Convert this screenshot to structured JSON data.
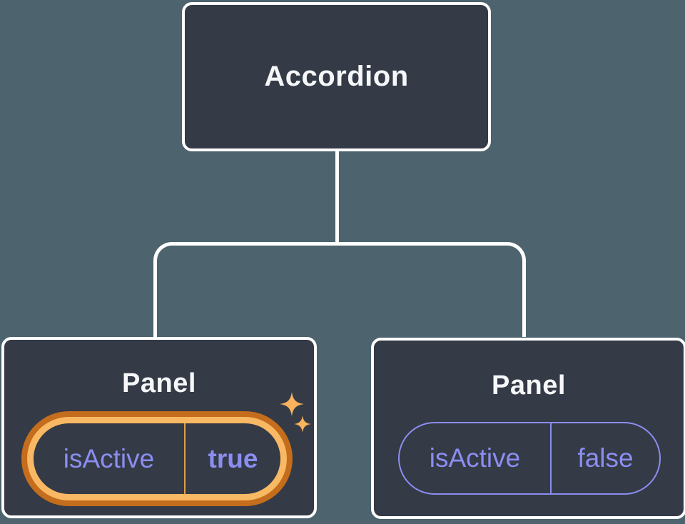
{
  "diagram": {
    "root": {
      "label": "Accordion"
    },
    "panels": [
      {
        "title": "Panel",
        "prop": "isActive",
        "value": "true",
        "state": "active",
        "highlighted": true
      },
      {
        "title": "Panel",
        "prop": "isActive",
        "value": "false",
        "state": "inactive",
        "highlighted": false
      }
    ]
  },
  "icons": {
    "sparkle_large": "sparkle-icon",
    "sparkle_small": "sparkle-icon"
  },
  "colors": {
    "background": "#4d636d",
    "node_fill": "#343a46",
    "node_border": "#ffffff",
    "node_text": "#f6f7f9",
    "connector": "#ffffff",
    "purple_text": "#8b8ef0",
    "purple_border": "#8b8ef0",
    "highlight_ring_dark": "#c46d1c",
    "highlight_ring_light": "#f9b863",
    "highlight_divider": "#e09e4a",
    "sparkle": "#f8b35c"
  }
}
